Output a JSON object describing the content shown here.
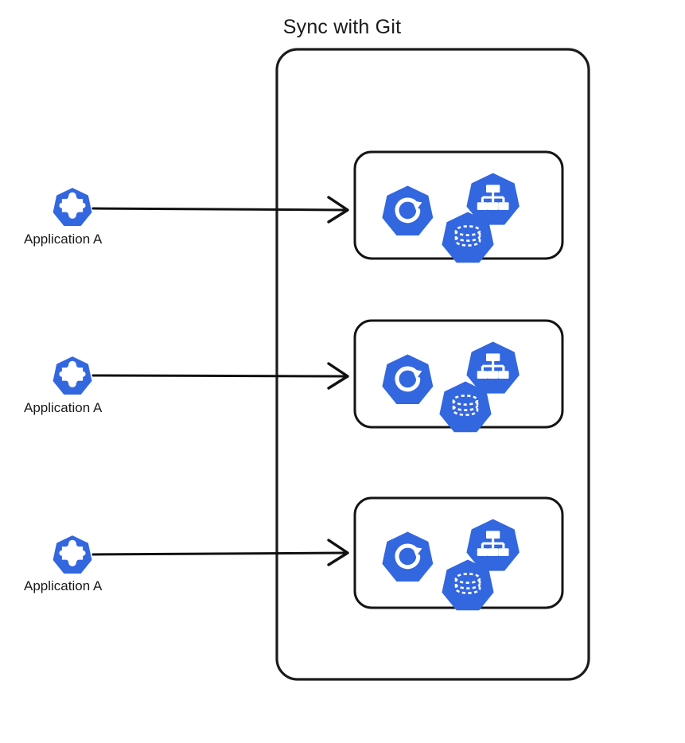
{
  "diagram": {
    "title": "Sync with Git",
    "background_color": "#ffffff",
    "stroke_color": "#111111",
    "accent_color": "#3367e0"
  },
  "sources": [
    {
      "label": "Application A",
      "icon": "puzzle-piece-icon",
      "icon_color": "#3367e0"
    },
    {
      "label": "Application A",
      "icon": "puzzle-piece-icon",
      "icon_color": "#3367e0"
    },
    {
      "label": "Application A",
      "icon": "puzzle-piece-icon",
      "icon_color": "#3367e0"
    }
  ],
  "clusters": [
    {
      "resources": [
        {
          "icon": "deployment-refresh-icon",
          "color": "#3367e0"
        },
        {
          "icon": "service-hierarchy-icon",
          "color": "#3367e0"
        },
        {
          "icon": "persistent-volume-database-icon",
          "color": "#3367e0"
        }
      ]
    },
    {
      "resources": [
        {
          "icon": "deployment-refresh-icon",
          "color": "#3367e0"
        },
        {
          "icon": "service-hierarchy-icon",
          "color": "#3367e0"
        },
        {
          "icon": "persistent-volume-database-icon",
          "color": "#3367e0"
        }
      ]
    },
    {
      "resources": [
        {
          "icon": "deployment-refresh-icon",
          "color": "#3367e0"
        },
        {
          "icon": "service-hierarchy-icon",
          "color": "#3367e0"
        },
        {
          "icon": "persistent-volume-database-icon",
          "color": "#3367e0"
        }
      ]
    }
  ],
  "connectors": [
    {
      "from": "Application A",
      "to": "cluster-1"
    },
    {
      "from": "Application A",
      "to": "cluster-2"
    },
    {
      "from": "Application A",
      "to": "cluster-3"
    }
  ]
}
